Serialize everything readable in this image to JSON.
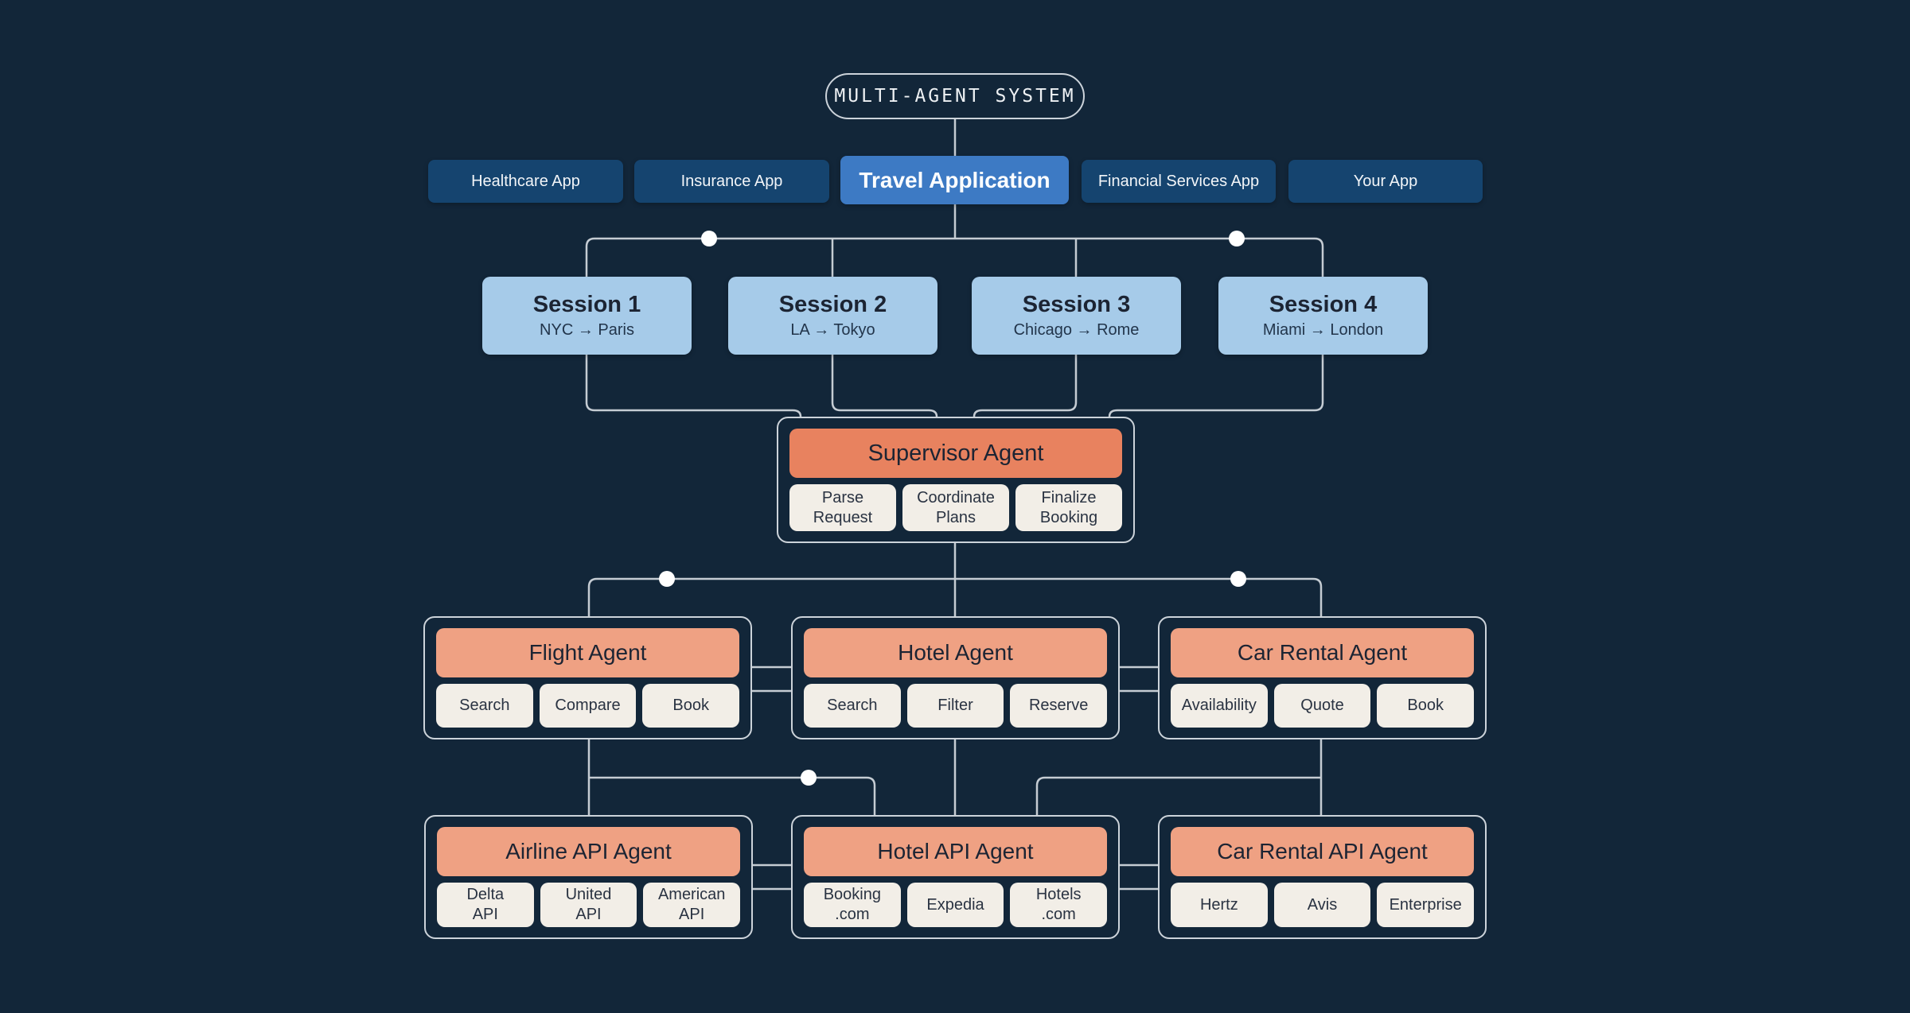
{
  "title": "MULTI-AGENT SYSTEM",
  "apps": [
    {
      "label": "Healthcare App",
      "highlighted": false
    },
    {
      "label": "Insurance App",
      "highlighted": false
    },
    {
      "label": "Travel Application",
      "highlighted": true
    },
    {
      "label": "Financial Services App",
      "highlighted": false
    },
    {
      "label": "Your App",
      "highlighted": false
    }
  ],
  "sessions": [
    {
      "title": "Session 1",
      "route": "NYC → Paris"
    },
    {
      "title": "Session 2",
      "route": "LA → Tokyo"
    },
    {
      "title": "Session 3",
      "route": "Chicago → Rome"
    },
    {
      "title": "Session 4",
      "route": "Miami → London"
    }
  ],
  "supervisor": {
    "title": "Supervisor Agent",
    "tasks": [
      "Parse\nRequest",
      "Coordinate\nPlans",
      "Finalize\nBooking"
    ]
  },
  "agents": [
    {
      "title": "Flight Agent",
      "tasks": [
        "Search",
        "Compare",
        "Book"
      ]
    },
    {
      "title": "Hotel Agent",
      "tasks": [
        "Search",
        "Filter",
        "Reserve"
      ]
    },
    {
      "title": "Car Rental Agent",
      "tasks": [
        "Availability",
        "Quote",
        "Book"
      ]
    }
  ],
  "api_agents": [
    {
      "title": "Airline API Agent",
      "tasks": [
        "Delta\nAPI",
        "United\nAPI",
        "American\nAPI"
      ]
    },
    {
      "title": "Hotel API Agent",
      "tasks": [
        "Booking\n.com",
        "Expedia",
        "Hotels\n.com"
      ]
    },
    {
      "title": "Car Rental API Agent",
      "tasks": [
        "Hertz",
        "Avis",
        "Enterprise"
      ]
    }
  ],
  "colors": {
    "bg": "#122639",
    "line": "#c5ccd3",
    "node-border": "#ccd3da",
    "app-btn": "#15446f",
    "app-btn-active": "#3d7ac4",
    "session": "#a6cbe9",
    "supervisor-header": "#e8825f",
    "agent-header": "#efa183",
    "chip": "#f2eee7",
    "text-dark": "#1c2433",
    "text-light": "#f2f5f8"
  }
}
